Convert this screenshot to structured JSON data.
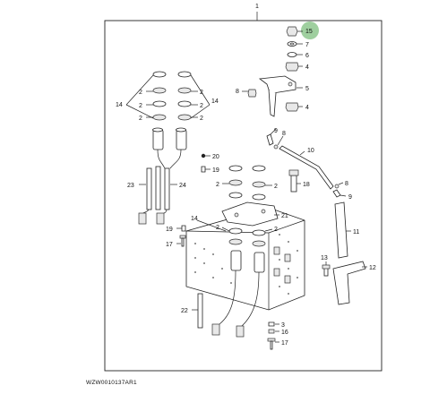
{
  "diagram": {
    "reference_code": "WZW0010137AR1",
    "highlight_color": "#9fcf9f",
    "callouts": {
      "c1": "1",
      "c15": "15",
      "c7": "7",
      "c6": "6",
      "c4a": "4",
      "c5": "5",
      "c8a": "8",
      "c4b": "4",
      "c9a": "9",
      "c8b": "8",
      "c10": "10",
      "c20": "20",
      "c19a": "19",
      "c18": "18",
      "c8c": "8",
      "c9b": "9",
      "c11": "11",
      "c12": "12",
      "c13": "13",
      "c14a": "14",
      "c14b": "14",
      "c2a": "2",
      "c2b": "2",
      "c2c": "2",
      "c2d": "2",
      "c2e": "2",
      "c2f": "2",
      "c23": "23",
      "c24": "24",
      "c2g": "2",
      "c2h": "2",
      "c21": "21",
      "c14c": "14",
      "c19b": "19",
      "c17a": "17",
      "c2i": "2",
      "c2j": "2",
      "c22": "22",
      "c3": "3",
      "c16": "16",
      "c17b": "17"
    }
  }
}
